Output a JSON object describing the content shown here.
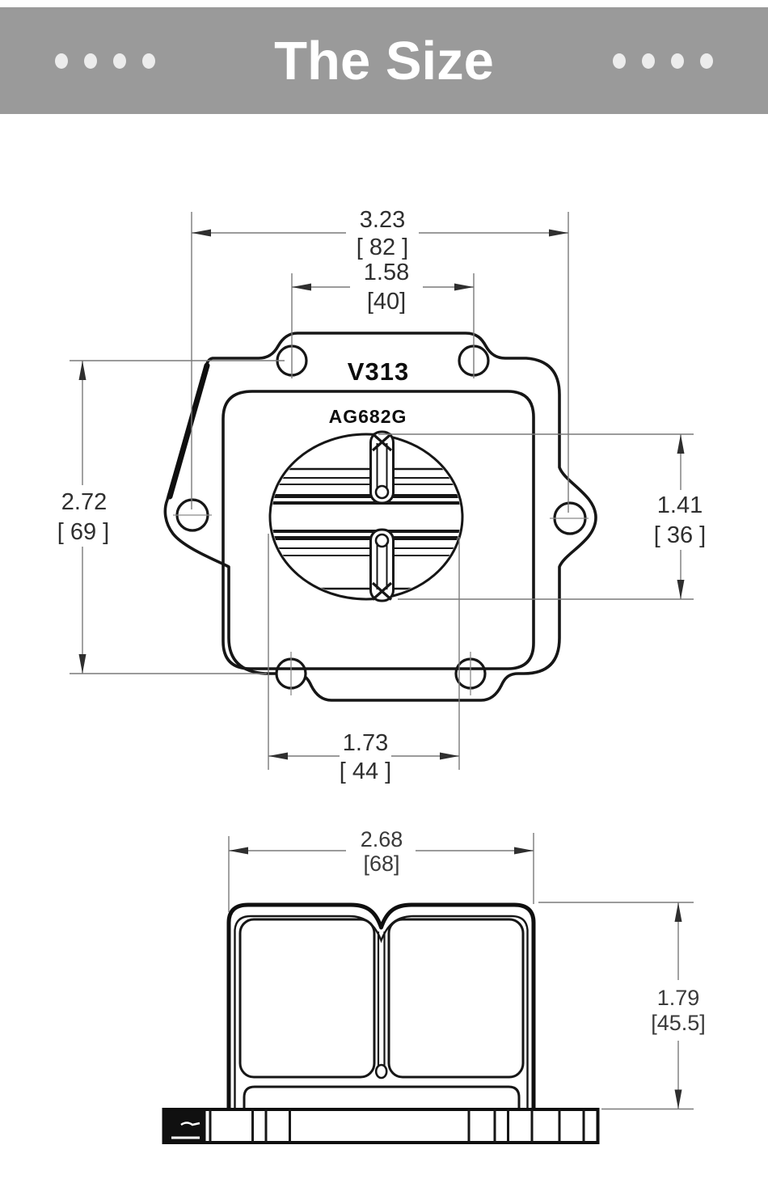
{
  "header": {
    "title": "The Size",
    "left_dot_count": 4,
    "right_dot_count": 4
  },
  "part_labels": {
    "model": "V313",
    "code": "AG682G"
  },
  "dimensions": {
    "top_view": {
      "overall_width": {
        "inches": "3.23",
        "mm": "[ 82 ]"
      },
      "top_hole_spacing": {
        "inches": "1.58",
        "mm": "[40]"
      },
      "overall_height": {
        "inches": "2.72",
        "mm": "[ 69 ]"
      },
      "port_height": {
        "inches": "1.41",
        "mm": "[ 36 ]"
      },
      "bottom_hole_spacing": {
        "inches": "1.73",
        "mm": "[ 44 ]"
      }
    },
    "side_view": {
      "overall_width": {
        "inches": "2.68",
        "mm": "[68]"
      },
      "overall_height": {
        "inches": "1.79",
        "mm": "[45.5]"
      }
    }
  },
  "colors": {
    "header_background": "#9a9a9a",
    "header_text": "#ffffff",
    "dot": "#ececec",
    "drawing_line": "#161616",
    "dimension_line": "#7a7a7a",
    "dimension_text": "#2f2f2f",
    "background": "#ffffff"
  }
}
